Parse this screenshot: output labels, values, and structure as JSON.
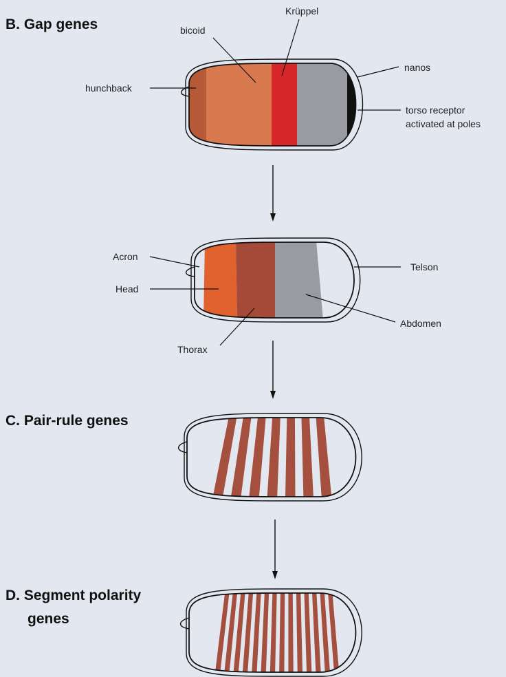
{
  "sections": {
    "gap": {
      "title": "B. Gap genes"
    },
    "pair_rule": {
      "title": "C. Pair-rule genes"
    },
    "segment_polarity": {
      "title_line1": "D. Segment polarity",
      "title_line2": "genes"
    }
  },
  "gap_labels": {
    "hunchback": "hunchback",
    "bicoid": "bicoid",
    "kruppel": "Krüppel",
    "nanos": "nanos",
    "torso_line1": "torso receptor",
    "torso_line2": "activated at poles"
  },
  "region_labels": {
    "acron": "Acron",
    "head": "Head",
    "thorax": "Thorax",
    "telson": "Telson",
    "abdomen": "Abdomen"
  },
  "colors": {
    "background": "#e3e8f0",
    "hunchback": "#b65a38",
    "bicoid": "#d8794f",
    "kruppel": "#d6262a",
    "nanos_region": "#9a9ba1",
    "torso_pole": "#111111",
    "acron_head": "#e2622f",
    "thorax": "#a54a38",
    "abdomen": "#9a9ba1",
    "stripe": "#a5503e"
  },
  "stripes": {
    "pair_rule_count": 7,
    "segment_polarity_count": 14
  }
}
